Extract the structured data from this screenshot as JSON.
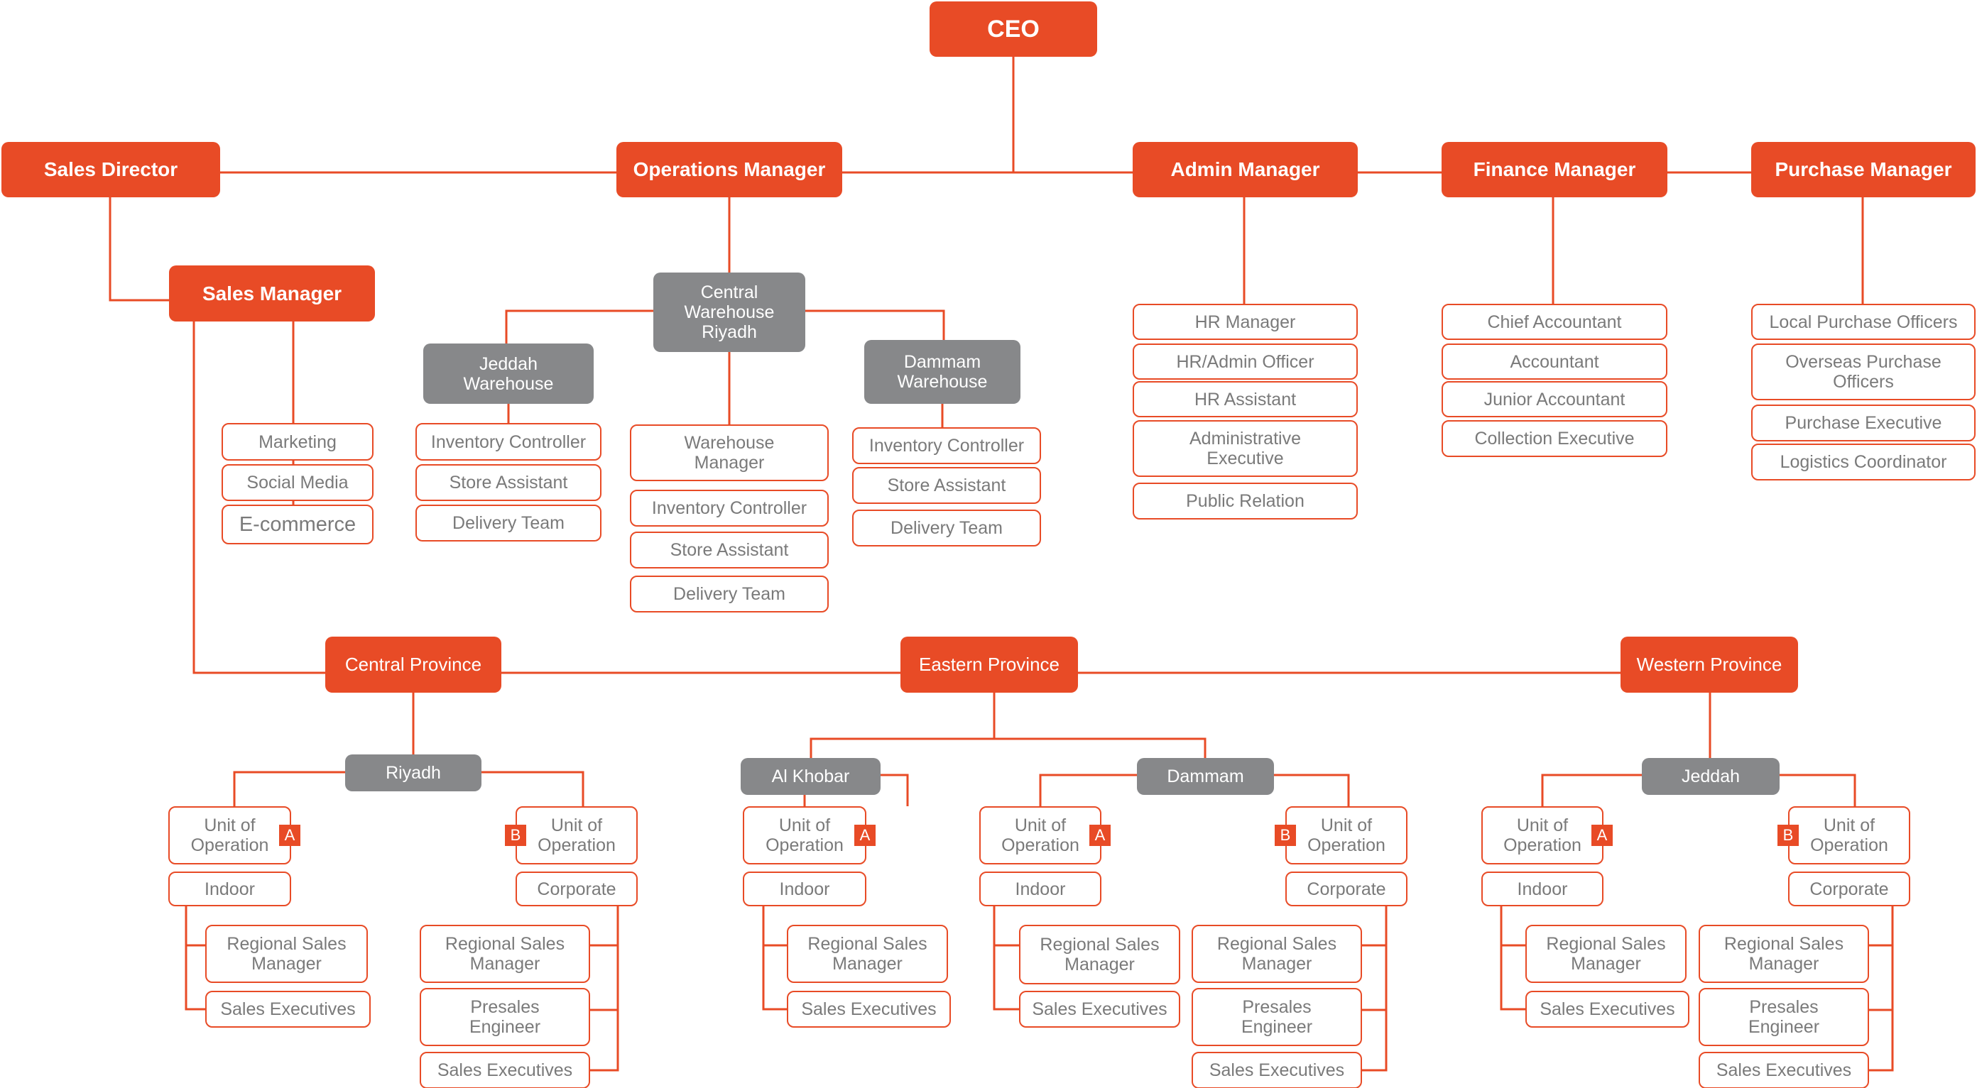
{
  "colors": {
    "accent": "#e84b26",
    "neutral": "#87888a",
    "text": "#7a7a7a"
  },
  "ceo": "CEO",
  "managers": {
    "sales_director": "Sales Director",
    "operations_manager": "Operations Manager",
    "admin_manager": "Admin Manager",
    "finance_manager": "Finance Manager",
    "purchase_manager": "Purchase Manager"
  },
  "sales": {
    "manager": "Sales  Manager",
    "marketing": "Marketing",
    "social_media": "Social Media",
    "ecommerce": "E-commerce"
  },
  "operations": {
    "central": "Central\nWarehouse\nRiyadh",
    "central_team": [
      "Warehouse\nManager",
      "Inventory Controller",
      "Store Assistant",
      "Delivery Team"
    ],
    "jeddah": "Jeddah\nWarehouse",
    "jeddah_team": [
      "Inventory Controller",
      "Store Assistant",
      "Delivery Team"
    ],
    "dammam": "Dammam\nWarehouse",
    "dammam_team": [
      "Inventory Controller",
      "Store Assistant",
      "Delivery Team"
    ]
  },
  "admin": [
    "HR Manager",
    "HR/Admin Officer",
    "HR Assistant",
    "Administrative\nExecutive",
    "Public Relation"
  ],
  "finance": [
    "Chief Accountant",
    "Accountant",
    "Junior Accountant",
    "Collection Executive"
  ],
  "purchase": [
    "Local Purchase Officers",
    "Overseas Purchase\nOfficers",
    "Purchase Executive",
    "Logistics Coordinator"
  ],
  "provinces": {
    "central": "Central Province",
    "eastern": "Eastern Province",
    "western": "Western Province"
  },
  "cities": {
    "riyadh": "Riyadh",
    "al_khobar": "Al Khobar",
    "dammam": "Dammam",
    "jeddah": "Jeddah"
  },
  "units": {
    "unit_of_operation": "Unit of\nOperation",
    "tag_a": "A",
    "tag_b": "B",
    "indoor": "Indoor",
    "corporate": "Corporate",
    "regional_sales_manager": "Regional Sales\nManager",
    "sales_executives": "Sales Executives",
    "presales_engineer": "Presales\nEngineer"
  }
}
